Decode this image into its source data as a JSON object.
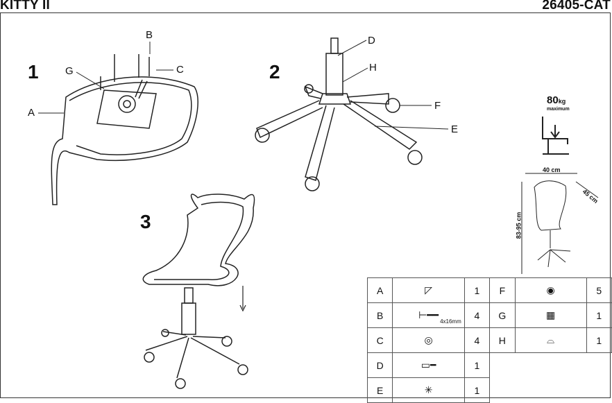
{
  "header": {
    "product_name": "KITTY II",
    "product_code": "26405-CAT"
  },
  "steps": [
    {
      "number": "1",
      "labels": [
        "A",
        "B",
        "C",
        "G"
      ]
    },
    {
      "number": "2",
      "labels": [
        "D",
        "H",
        "F",
        "E"
      ]
    },
    {
      "number": "3",
      "labels": []
    }
  ],
  "specs": {
    "max_load_value": "80",
    "max_load_unit": "kg",
    "max_load_caption": "maximum",
    "width": "40 cm",
    "depth": "45 cm",
    "height": "83-95 cm"
  },
  "parts_table": {
    "left": [
      {
        "letter": "A",
        "icon": "seat-shell-icon",
        "qty": "1",
        "note": ""
      },
      {
        "letter": "B",
        "icon": "screw-icon",
        "qty": "4",
        "note": "4x16mm"
      },
      {
        "letter": "C",
        "icon": "washer-icon",
        "qty": "4",
        "note": ""
      },
      {
        "letter": "D",
        "icon": "gas-lift-icon",
        "qty": "1",
        "note": ""
      },
      {
        "letter": "E",
        "icon": "star-base-icon",
        "qty": "1",
        "note": ""
      }
    ],
    "right": [
      {
        "letter": "F",
        "icon": "caster-icon",
        "qty": "5"
      },
      {
        "letter": "G",
        "icon": "mechanism-plate-icon",
        "qty": "1"
      },
      {
        "letter": "H",
        "icon": "cover-icon",
        "qty": "1"
      }
    ]
  }
}
